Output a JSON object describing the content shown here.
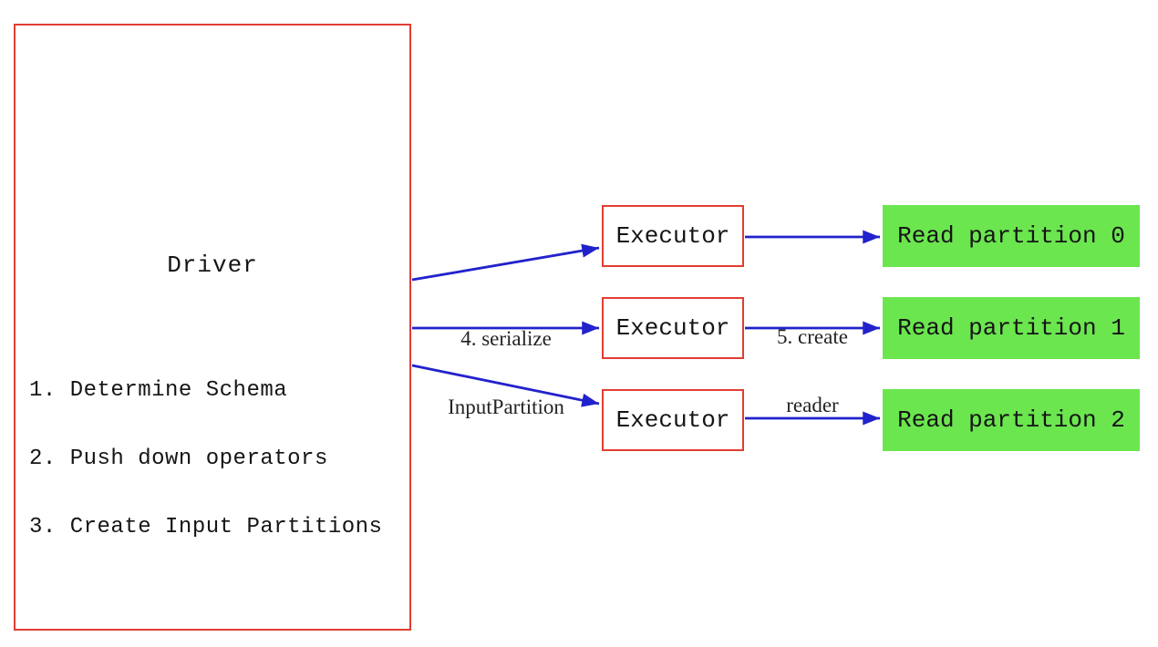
{
  "driver": {
    "title": "Driver",
    "steps": [
      "1. Determine Schema",
      "2. Push down operators",
      "3. Create Input Partitions"
    ]
  },
  "executors": [
    {
      "label": "Executor"
    },
    {
      "label": "Executor"
    },
    {
      "label": "Executor"
    }
  ],
  "partitions": [
    {
      "label": "Read partition 0"
    },
    {
      "label": "Read partition 1"
    },
    {
      "label": "Read partition 2"
    }
  ],
  "edge_labels": {
    "serialize": {
      "line1": "4. serialize",
      "line2": "InputPartition"
    },
    "create_reader": {
      "line1": "5. create",
      "line2": "reader"
    }
  },
  "colors": {
    "node-border": "#e23d33",
    "arrow": "#2222cc",
    "partition-fill": "#6be64f",
    "text": "#151515"
  }
}
